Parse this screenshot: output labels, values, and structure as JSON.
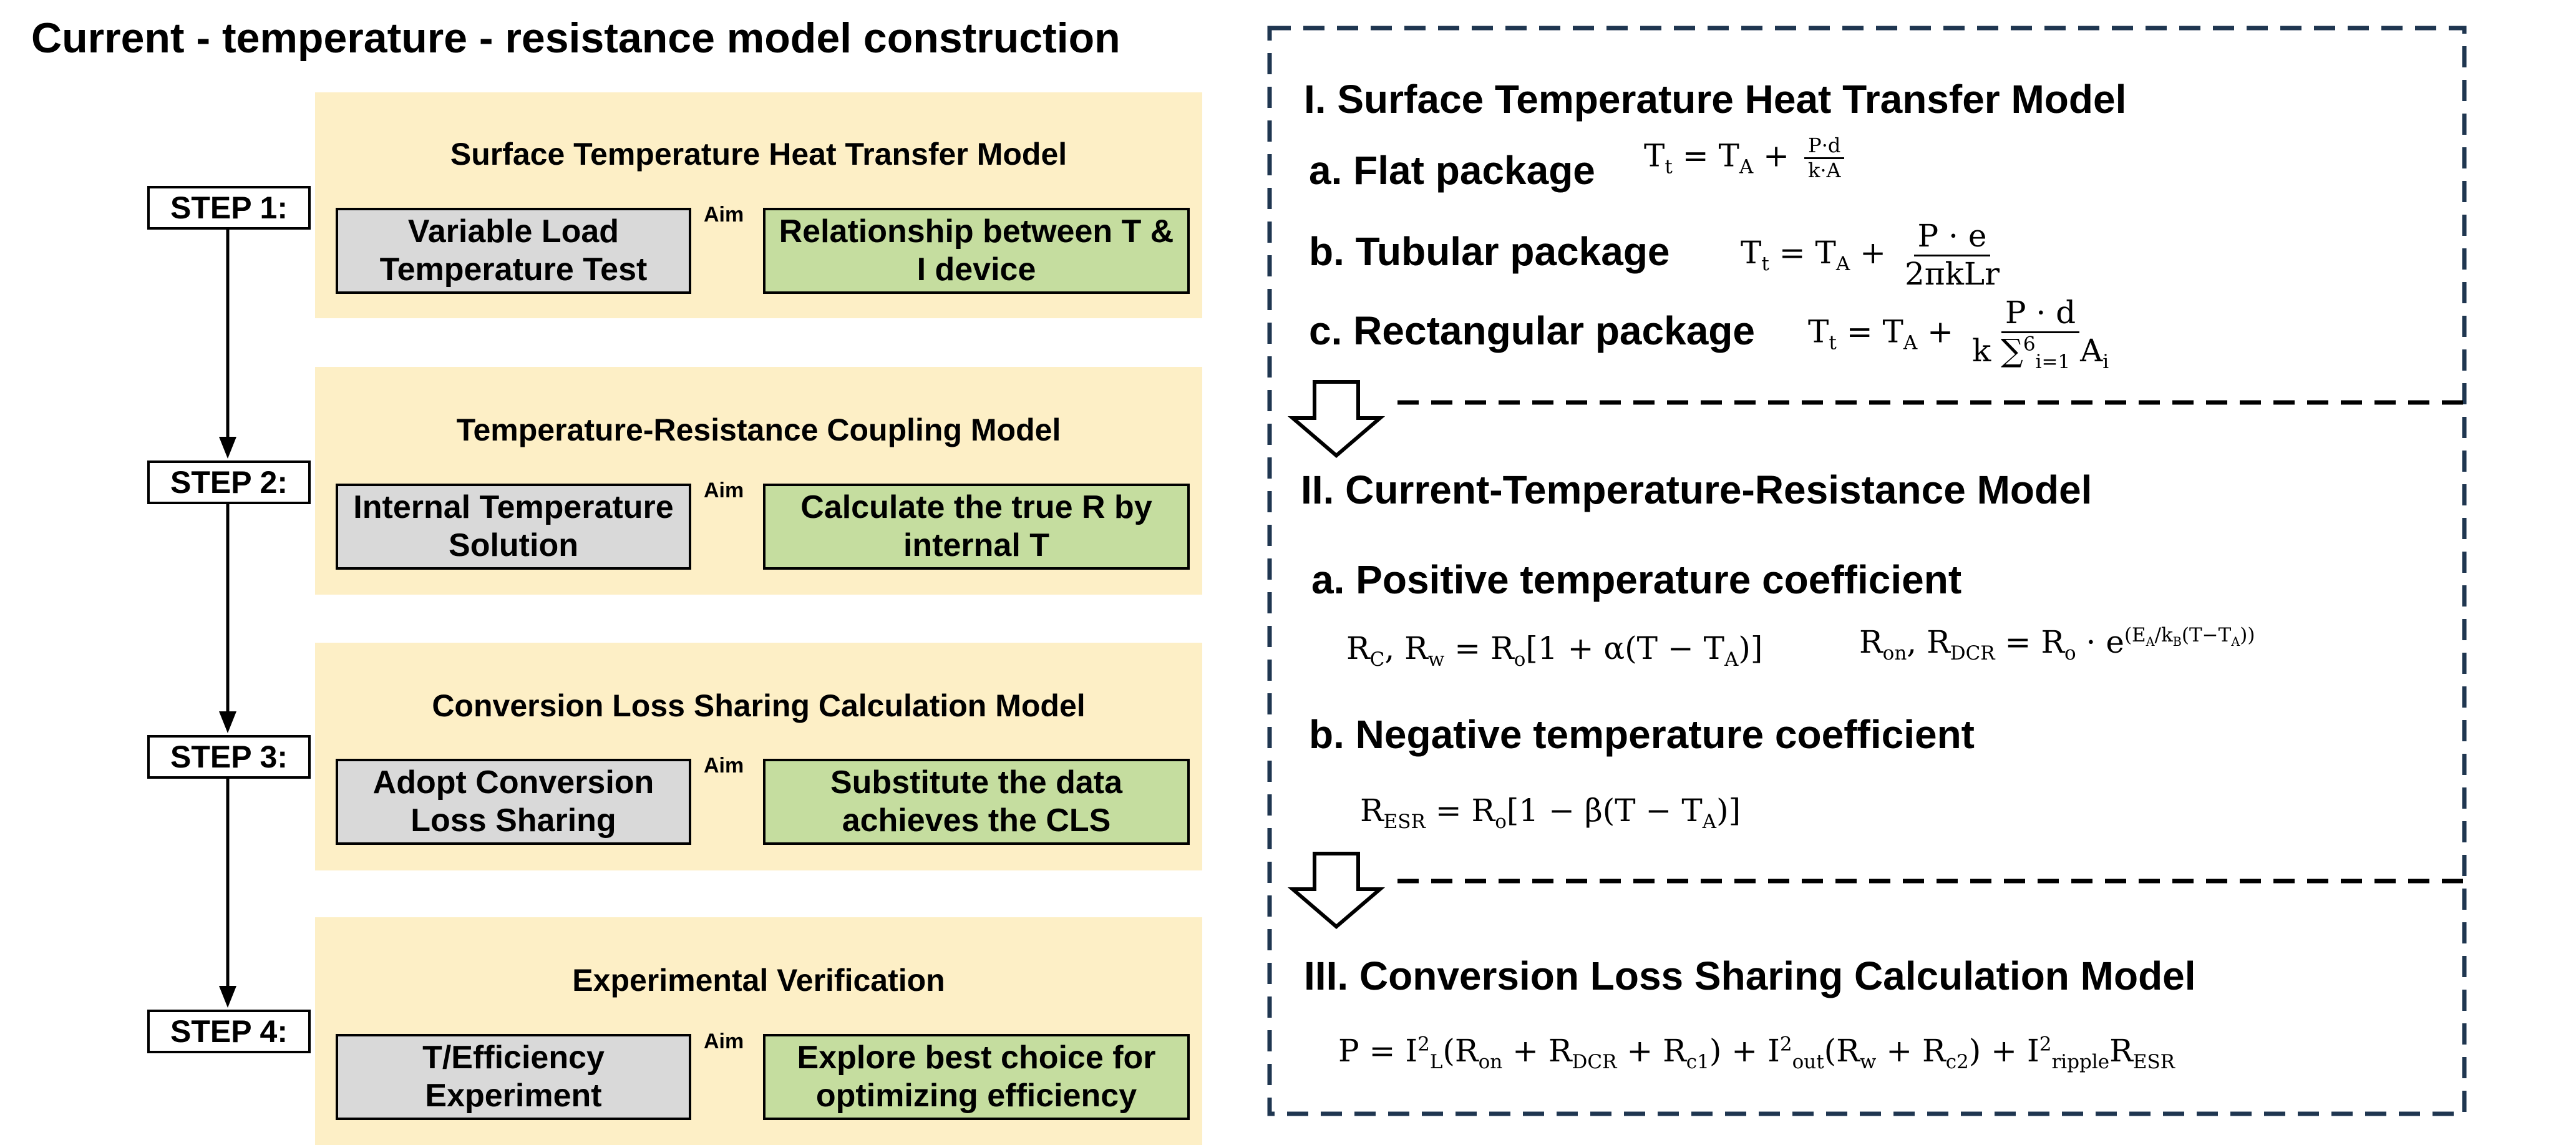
{
  "title": "Current - temperature - resistance model construction",
  "steps": [
    {
      "label": "STEP 1:",
      "panel_title": "Surface Temperature Heat Transfer Model",
      "left": "Variable Load Temperature Test",
      "aim": "Aim",
      "right": "Relationship between T & I device"
    },
    {
      "label": "STEP 2:",
      "panel_title": "Temperature-Resistance Coupling Model",
      "left": "Internal Temperature Solution",
      "aim": "Aim",
      "right": "Calculate the true R by internal T"
    },
    {
      "label": "STEP 3:",
      "panel_title": "Conversion Loss Sharing Calculation Model",
      "left": "Adopt Conversion Loss Sharing",
      "aim": "Aim",
      "right": "Substitute the data achieves the CLS"
    },
    {
      "label": "STEP 4:",
      "panel_title": "Experimental Verification",
      "left": "T/Efficiency Experiment",
      "aim": "Aim",
      "right": "Explore best choice for optimizing efficiency"
    }
  ],
  "section1": {
    "heading": "I. Surface Temperature Heat Transfer Model",
    "a": "a. Flat package",
    "b": "b. Tubular package",
    "c": "c. Rectangular package"
  },
  "section2": {
    "heading": "II. Current-Temperature-Resistance Model",
    "a": "a. Positive temperature coefficient",
    "b": "b. Negative temperature coefficient"
  },
  "section3": {
    "heading": "III. Conversion Loss Sharing Calculation Model"
  },
  "colors": {
    "panel": "#fdefc6",
    "grey_box": "#d9d9d9",
    "green_box": "#c5dd9f",
    "arrow": "#e0191b",
    "dash_border": "#1f3650"
  }
}
